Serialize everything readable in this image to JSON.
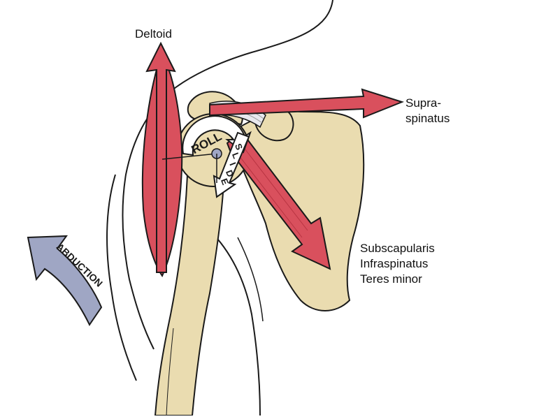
{
  "labels": {
    "deltoid": "Deltoid",
    "supraspinatus": [
      "Supra-",
      "spinatus"
    ],
    "rotators": [
      "Subscapularis",
      "Infraspinatus",
      "Teres minor"
    ],
    "roll": "ROLL",
    "slide": [
      "S",
      "L",
      "I",
      "D",
      "E"
    ],
    "abduction": "ABDUCTION"
  },
  "colors": {
    "bone": "#eadcb0",
    "muscle": "#d9505d",
    "muscle_dark": "#b83442",
    "tendon": "#e8e8ee",
    "abduction_arrow": "#9fa6c4",
    "outline": "#1a1a1a"
  }
}
